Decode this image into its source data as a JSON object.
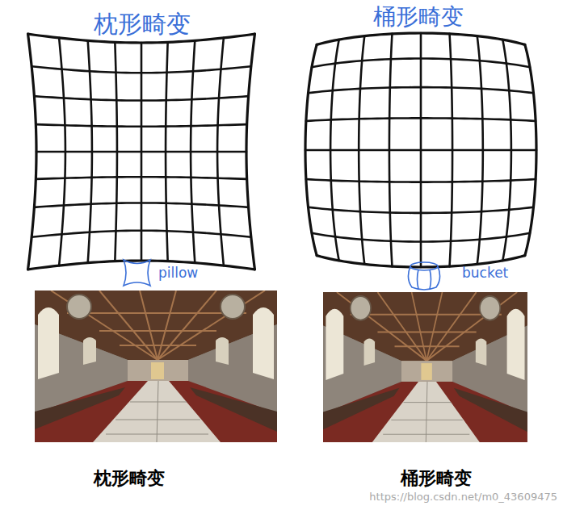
{
  "diagram": {
    "labels": [
      "枕形畸变",
      "桶形畸变",
      "pillow",
      "bucket",
      "枕形畸变",
      "桶形畸变",
      "https://blog.csdn.net/m0_43609475"
    ]
  }
}
